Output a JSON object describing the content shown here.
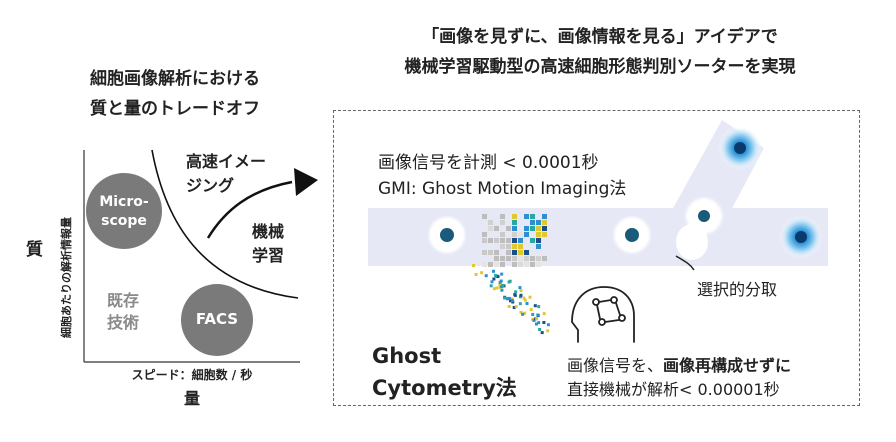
{
  "left": {
    "title_line1": "細胞画像解析における",
    "title_line2": "質と量のトレードオフ",
    "y_axis_main": "質",
    "y_axis_sub": "細胞あたりの解析情報量",
    "x_axis_sub": "スピード：細胞数 / 秒",
    "x_axis_main": "量",
    "microscope_line1": "Micro-",
    "microscope_line2": "scope",
    "facs": "FACS",
    "legacy_line1": "既存",
    "legacy_line2": "技術",
    "imaging_line1": "高速イメー",
    "imaging_line2": "ジング",
    "ml_line1": "機械",
    "ml_line2": "学習"
  },
  "right": {
    "title_line1": "「画像を見ずに、画像情報を見る」アイデアで",
    "title_line2": "機械学習駆動型の高速細胞形態判別ソーターを実現",
    "gmi_line1": "画像信号を計測 < 0.0001秒",
    "gmi_line2": "GMI: Ghost Motion Imaging法",
    "sorting": "選択的分取",
    "ghost_line1": "Ghost",
    "ghost_line2": "Cytometry法",
    "ml_line1_prefix": "画像信号を、",
    "ml_line1_bold": "画像再構成せずに",
    "ml_line2": "直接機械が解析< 0.00001秒"
  },
  "colors": {
    "circle_gray": "#7a7a7a",
    "channel": "#e6e8f6",
    "cell_core": "#1a5a7a",
    "cell_glow": "#3aa0e0",
    "scatter_blue": "#2e8fd0",
    "scatter_yellow": "#e0c830",
    "scatter_teal": "#2aa8a0"
  },
  "icons": [
    "ai-head-icon",
    "arrow-icon"
  ]
}
